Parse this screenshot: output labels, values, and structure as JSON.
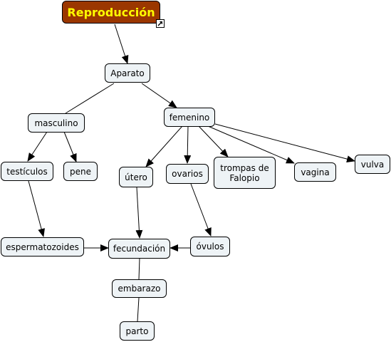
{
  "map": {
    "title": "Reproducción",
    "nodes": {
      "aparato": "Aparato",
      "masculino": "masculino",
      "femenino": "femenino",
      "testiculos": "testículos",
      "pene": "pene",
      "utero": "útero",
      "ovarios": "ovarios",
      "trompas": "trompas de\nFalopio",
      "vagina": "vagina",
      "vulva": "vulva",
      "espermatozoides": "espermatozoides",
      "fecundacion": "fecundación",
      "ovulos": "óvulos",
      "embarazo": "embarazo",
      "parto": "parto"
    }
  },
  "colors": {
    "root_fill": "#9b3700",
    "root_text": "#ffff00",
    "node_fill": "#eef3f6"
  },
  "icons": {
    "root_link": "shortcut-arrow-icon"
  }
}
